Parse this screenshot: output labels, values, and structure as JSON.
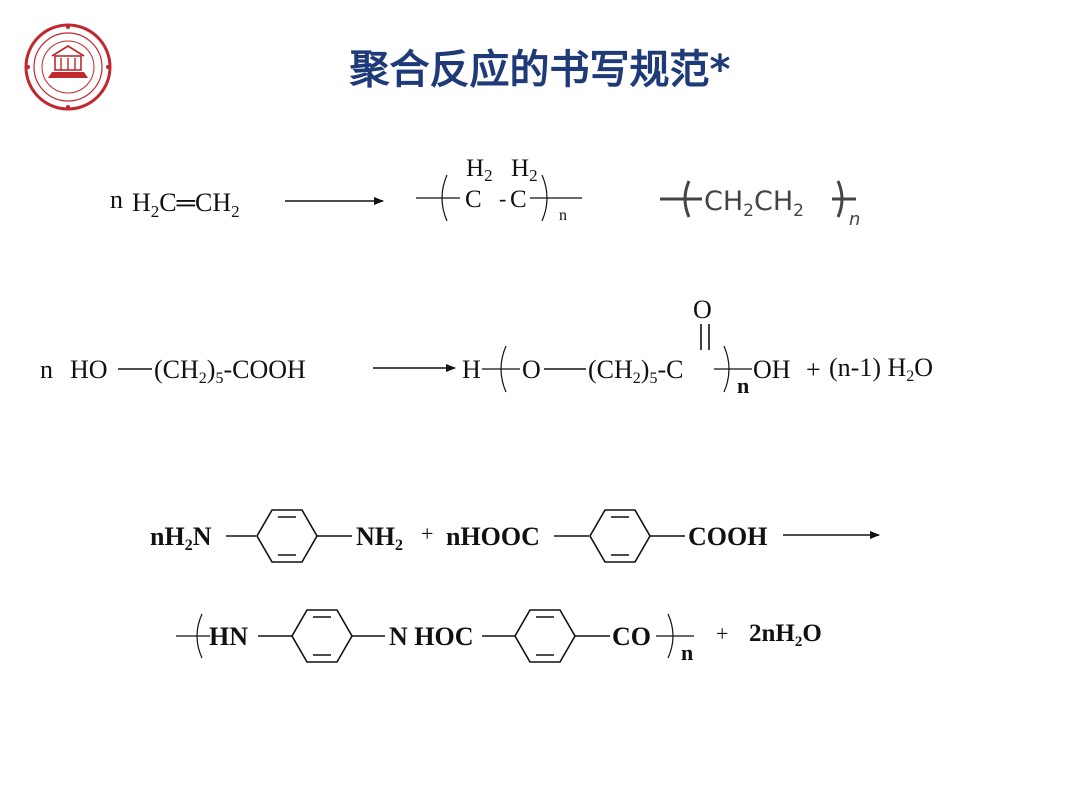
{
  "title": "聚合反应的书写规范*",
  "logo": {
    "icon": "university-seal-icon",
    "color": "#c0282d"
  },
  "reactions": {
    "r1": {
      "coef": "n",
      "reactant": {
        "p1": "H",
        "s1": "2",
        "p2": "C",
        "double_bond": "═",
        "p3": "CH",
        "s2": "2"
      },
      "product_a": {
        "h_label": "H",
        "h_sub": "2",
        "atom": "C",
        "dash": "-",
        "n": "n"
      },
      "product_b": {
        "p1": "CH",
        "s1": "2",
        "p2": "CH",
        "s2": "2",
        "n": "n"
      }
    },
    "r2": {
      "coef": "n",
      "reactant": {
        "p1": "HO",
        "p2": "(CH",
        "s1": "2",
        "p3": ")",
        "s2": "5",
        "p4": "-COOH"
      },
      "product": {
        "p1": "H",
        "p2": "O",
        "p3": "(CH",
        "s1": "2",
        "p4": ")",
        "s2": "5",
        "p5": "-C",
        "carbonyl_o": "O",
        "n": "n",
        "p6": "OH"
      },
      "plus": "+",
      "byproduct": {
        "p1": "(n-1) H",
        "s1": "2",
        "p2": "O"
      }
    },
    "r3": {
      "reactant1": {
        "p1": "nH",
        "s1": "2",
        "p2": "N",
        "p3": "NH",
        "s2": "2"
      },
      "plus": "+",
      "reactant2": {
        "p1": "nHOOC",
        "p2": "COOH"
      },
      "product": {
        "p1": "HN",
        "p2": "N HOC",
        "p3": "CO",
        "n": "n"
      },
      "plus2": "+",
      "byproduct": {
        "p1": "2nH",
        "s1": "2",
        "p2": "O"
      }
    }
  }
}
